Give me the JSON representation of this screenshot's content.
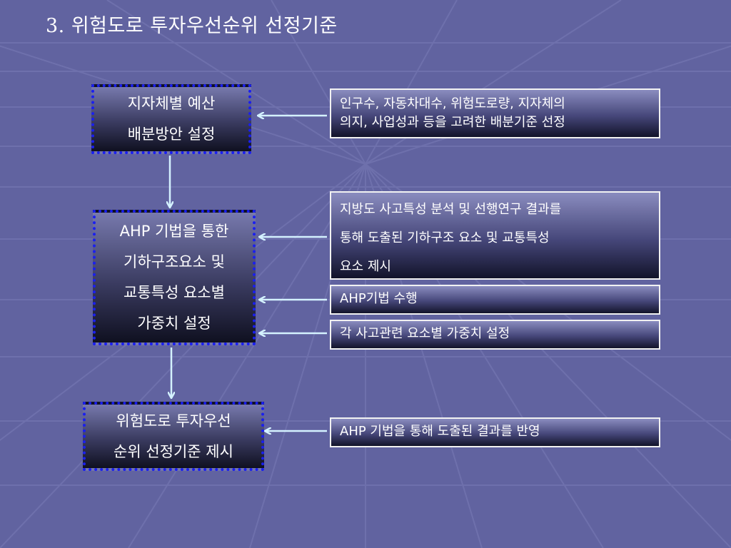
{
  "title": "3. 위험도로 투자우선순위 선정기준",
  "colors": {
    "background": "#6163a0",
    "step_border": "#1a1ff0",
    "note_border": "#f2f2f2",
    "arrow": "#d4f2ff"
  },
  "steps": [
    {
      "lines": [
        "지자체별 예산",
        "배분방안 설정"
      ]
    },
    {
      "lines": [
        "AHP 기법을 통한",
        "기하구조요소 및",
        "교통특성 요소별",
        "가중치 설정"
      ]
    },
    {
      "lines": [
        "위험도로 투자우선",
        "순위 선정기준 제시"
      ]
    }
  ],
  "notes": [
    {
      "lines": [
        "인구수, 자동차대수, 위험도로량, 지자체의",
        "의지, 사업성과 등을 고려한 배분기준 선정"
      ]
    },
    {
      "lines": [
        "지방도 사고특성 분석 및 선행연구 결과를",
        "통해 도출된 기하구조 요소 및 교통특성",
        "요소 제시"
      ]
    },
    {
      "lines": [
        "AHP기법 수행"
      ]
    },
    {
      "lines": [
        "각 사고관련 요소별 가중치 설정"
      ]
    },
    {
      "lines": [
        "AHP 기법을 통해 도출된 결과를 반영"
      ]
    }
  ]
}
